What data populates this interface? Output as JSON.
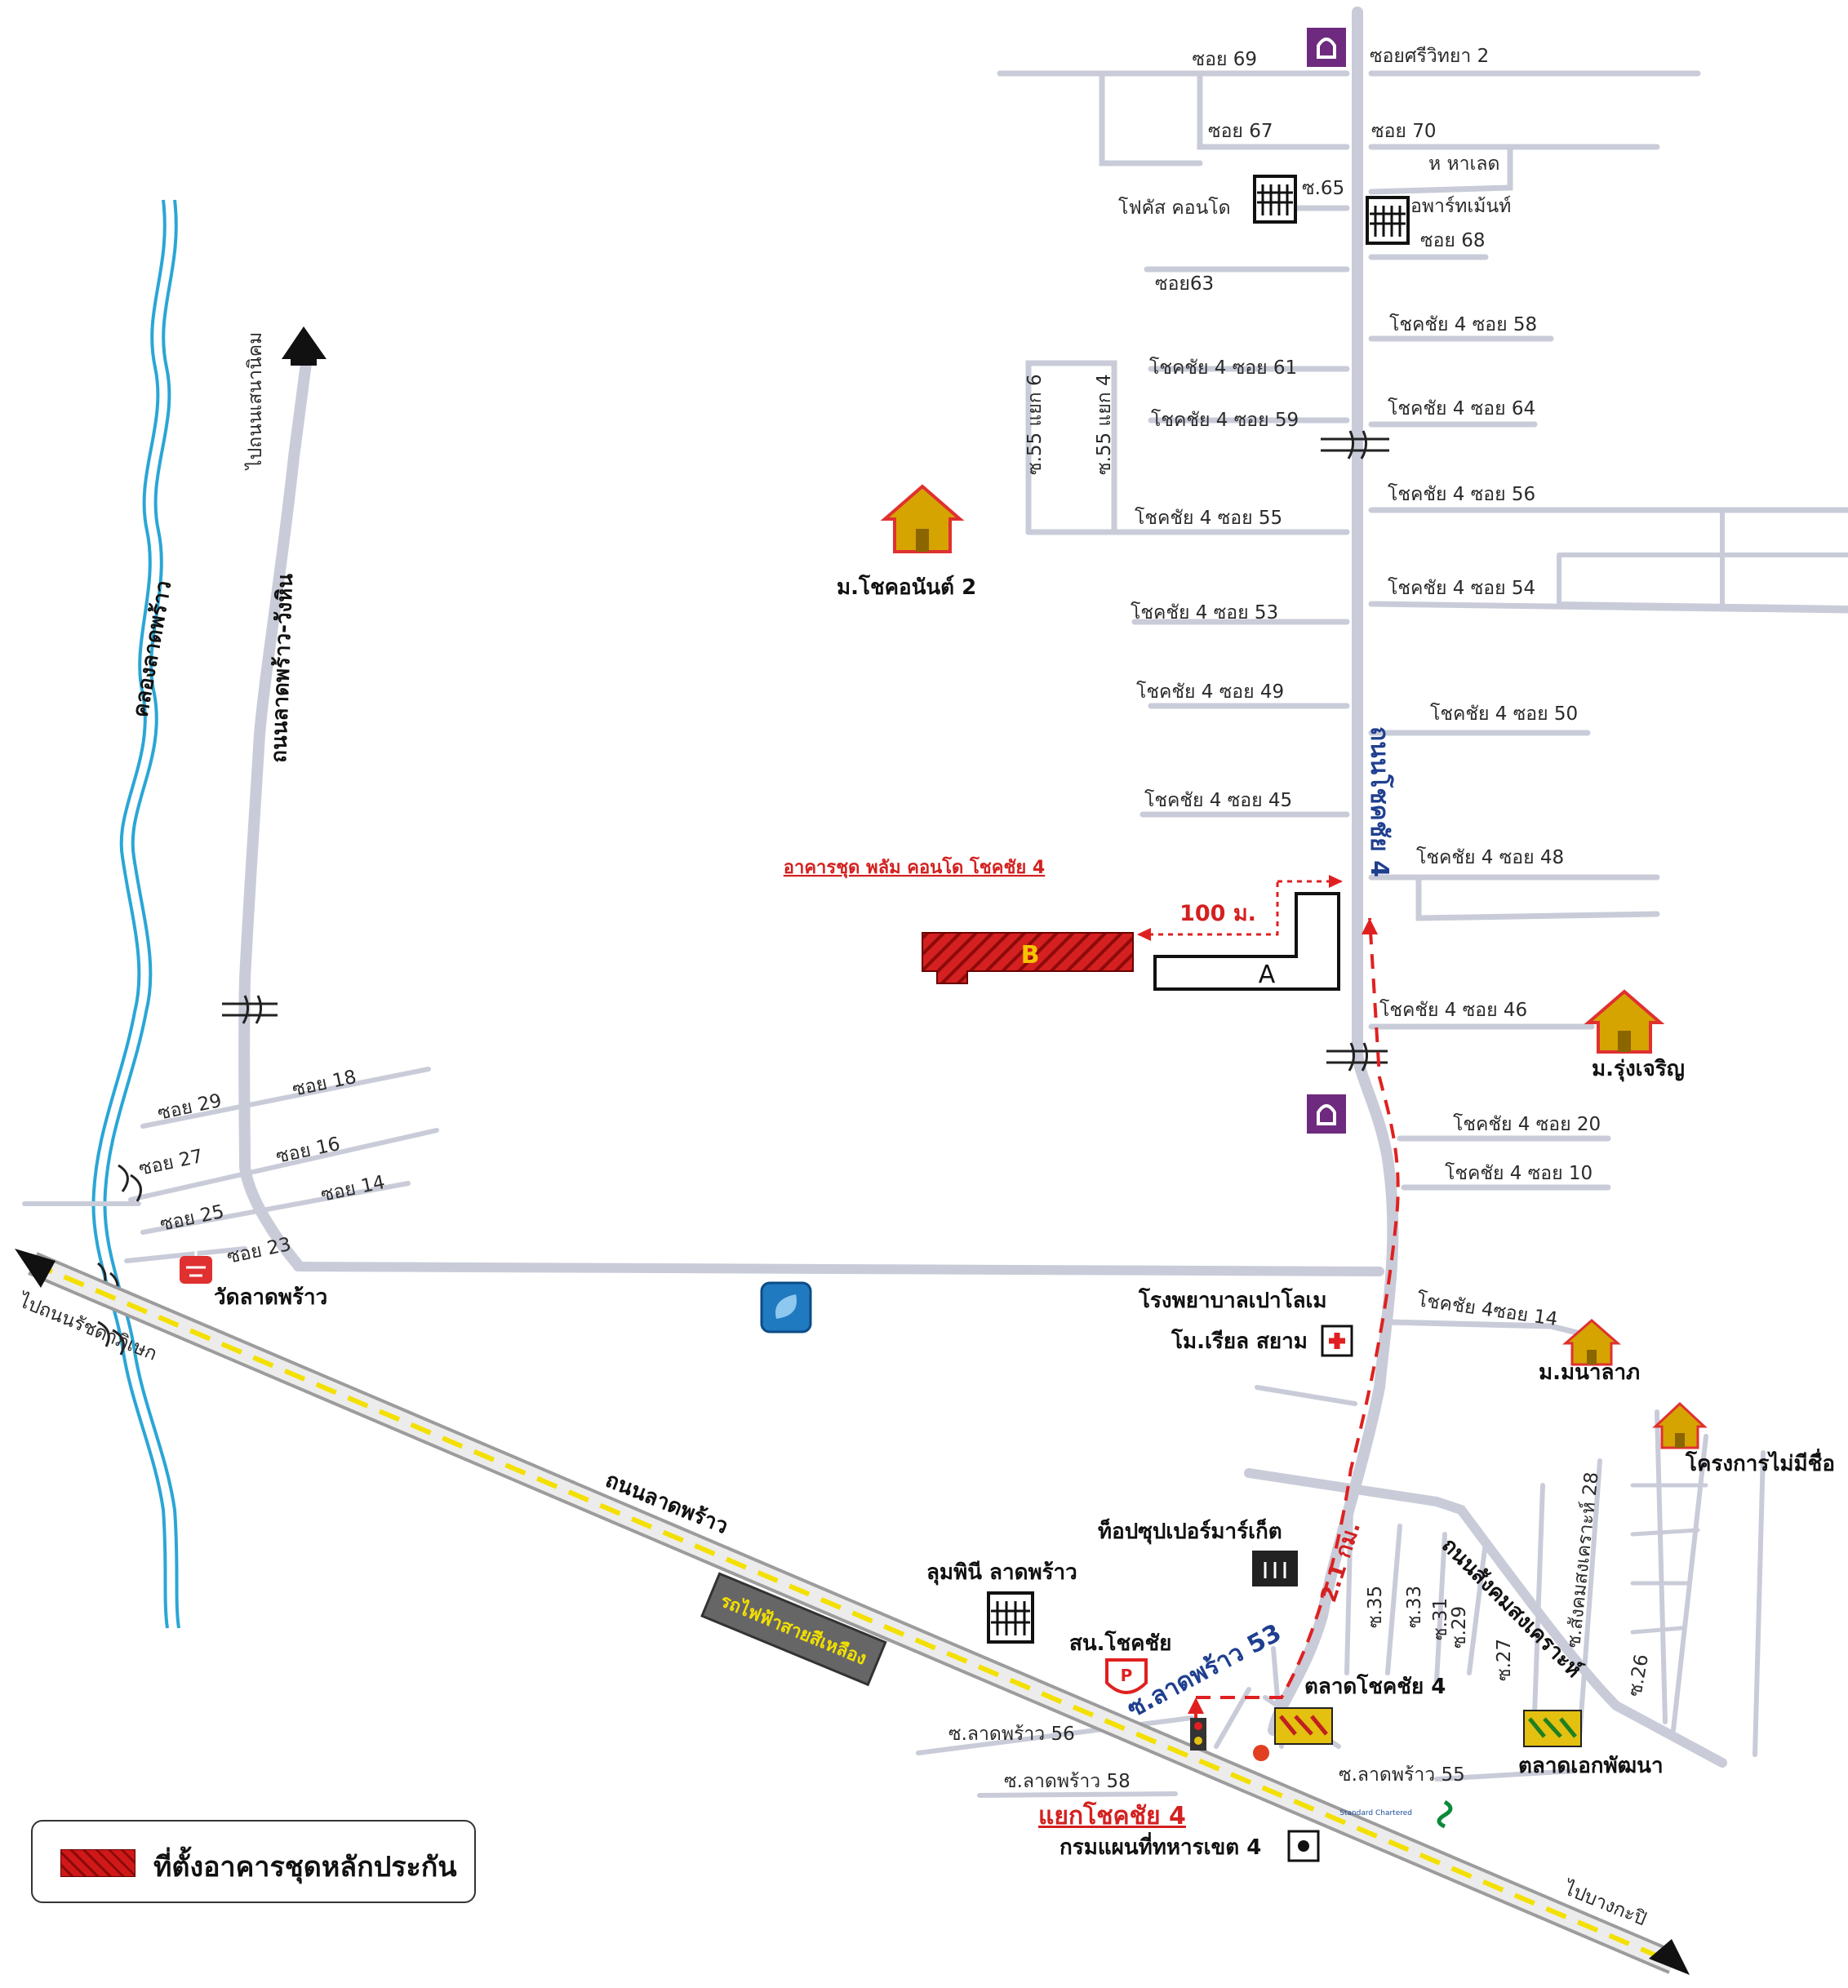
{
  "roads": {
    "chokchai4": "ถนนโชคชัย 4",
    "ladprao": "ถนนลาดพร้าว",
    "ladprao_wanghin": "ถนนลาดพร้าว-วังหิน",
    "to_senanikhom": "ไปถนนเสนานิคม",
    "to_ratchada": "ไปถนนรัชดาภิเษก",
    "to_bangkapi": "ไปบางกะปิ",
    "sangkhom": "ถนนสังคมสงเคราะห์",
    "canal": "คลองลาดพร้าว"
  },
  "sois": {
    "s69": "ซอย 69",
    "srivithaya": "ซอยศรีวิทยา 2",
    "s67": "ซอย 67",
    "s70": "ซอย 70",
    "thahan": "ห หาเลด",
    "s65": "ซ.65",
    "focus": "โฟคัส คอนโด",
    "apartment": "อพาร์ทเม้นท์",
    "s68": "ซอย 68",
    "s63": "ซอย63",
    "r61": "โชคชัย 4 ซอย 61",
    "r59": "โชคชัย 4 ซอย 59",
    "r58": "โชคชัย 4 ซอย 58",
    "r64": "โชคชัย 4 ซอย 64",
    "yaek6": "ซ.55 แยก 6",
    "yaek4": "ซ.55 แยก 4",
    "r56w": "โชคชัย 4 ซอย 55",
    "r56e": "โชคชัย 4 ซอย 56",
    "r53": "โชคชัย 4 ซอย 53",
    "r54": "โชคชัย 4 ซอย 54",
    "r49": "โชคชัย 4 ซอย 49",
    "r50": "โชคชัย 4 ซอย 50",
    "r45": "โชคชัย 4 ซอย 45",
    "r48": "โชคชัย 4 ซอย 48",
    "r46": "โชคชัย 4 ซอย 46",
    "r20": "โชคชัย 4 ซอย 20",
    "r10": "โชคชัย 4 ซอย 10",
    "r14": "โชคชัย 4ซอย 14",
    "w29": "ซอย 29",
    "w18": "ซอย 18",
    "w27": "ซอย 27",
    "w16": "ซอย 16",
    "w25": "ซอย 25",
    "w14": "ซอย 14",
    "w23": "ซอย 23",
    "lp53": "ซ.ลาดพร้าว 53",
    "lp56": "ซ.ลาดพร้าว 56",
    "lp58": "ซ.ลาดพร้าว 58",
    "lp55": "ซ.ลาดพร้าว 55",
    "s35": "ซ.35",
    "s33": "ซ.33",
    "s31": "ซ.31",
    "s29": "ซ.29",
    "s27": "ซ.27",
    "s28": "ซ.สังคมสงเคราะห์ 28",
    "s26": "ซ.26"
  },
  "places": {
    "chokanan": "ม.โชคอนันต์ 2",
    "rungcharoen": "ม.รุ่งเจริญ",
    "manalap": "ม.มนาลาภ",
    "maimichue": "โครงการไม่มีชื่อ",
    "wat": "วัดลาดพร้าว",
    "hospital1": "โรงพยาบาลเปาโลเม",
    "hospital2": "โม.เรียล สยาม",
    "tops": "ท็อปซุปเปอร์มาร์เก็ต",
    "lumpini": "ลุมพินี ลาดพร้าว",
    "police": "สน.โชคชัย",
    "market4": "ตลาดโชคชัย 4",
    "ekpattana": "ตลาดเอกพัฒนา",
    "kromphaenthi": "กรมแผนที่ทหารเขต 4",
    "intersection": "แยกโชคชัย 4",
    "skytrain": "รถไฟฟ้าสายสีเหลือง",
    "standard": "Standard Chartered"
  },
  "property": {
    "name": "อาคารชุด พลัม คอนโด โชคชัย 4",
    "distance": "100 ม.",
    "building_a": "A",
    "building_b": "B",
    "route_distance": "2.1 กม."
  },
  "legend": {
    "label": "ที่ตั้งอาคารชุดหลักประกัน",
    "color": "#d42020"
  },
  "colors": {
    "road": "#c9ccd8",
    "river": "#2aa6d6",
    "highway_dash": "#f3e000",
    "route": "#e02020",
    "bank": "#6e2a7e"
  }
}
